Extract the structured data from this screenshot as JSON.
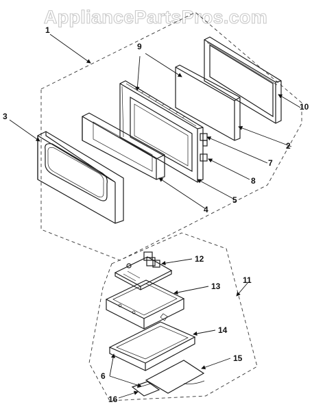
{
  "watermark": "AppliancePartsPros.com",
  "callouts": {
    "c1": "1",
    "c2": "2",
    "c3": "3",
    "c4": "4",
    "c5": "5",
    "c6": "6",
    "c7": "7",
    "c8": "8",
    "c9": "9",
    "c10": "10",
    "c11": "11",
    "c12": "12",
    "c13": "13",
    "c14": "14",
    "c15": "15",
    "c16": "16"
  },
  "colors": {
    "line": "#1a1a1a",
    "watermark_outline": "#c8c8c8",
    "background": "#ffffff"
  }
}
